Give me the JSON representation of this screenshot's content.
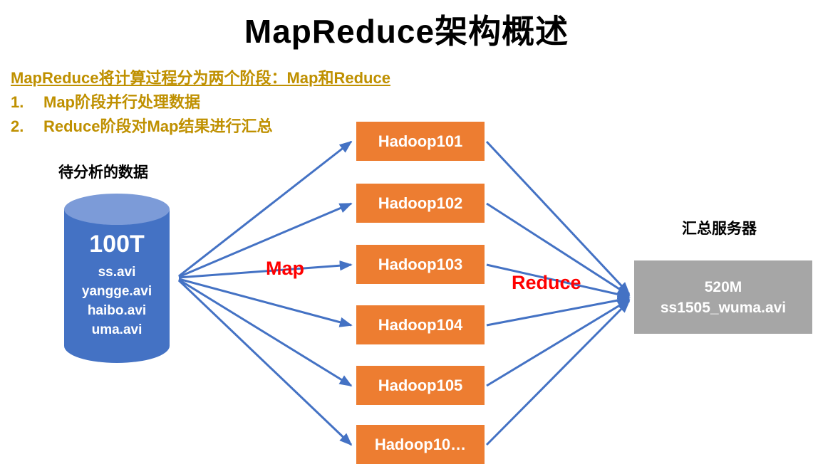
{
  "title": "MapReduce架构概述",
  "intro": {
    "heading": "MapReduce将计算过程分为两个阶段：Map和Reduce",
    "items": [
      {
        "num": "1.",
        "text": "Map阶段并行处理数据"
      },
      {
        "num": "2.",
        "text": "Reduce阶段对Map结果进行汇总"
      }
    ]
  },
  "source": {
    "label": "待分析的数据",
    "size": "100T",
    "files": [
      "ss.avi",
      "yangge.avi",
      "haibo.avi",
      "uma.avi"
    ]
  },
  "stages": {
    "map": "Map",
    "reduce": "Reduce"
  },
  "nodes": [
    {
      "label": "Hadoop101"
    },
    {
      "label": "Hadoop102"
    },
    {
      "label": "Hadoop103"
    },
    {
      "label": "Hadoop104"
    },
    {
      "label": "Hadoop105"
    },
    {
      "label": "Hadoop10…"
    }
  ],
  "sink": {
    "label": "汇总服务器",
    "size": "520M",
    "file": "ss1505_wuma.avi"
  },
  "colors": {
    "node_fill": "#ED7D31",
    "cylinder_body": "#4472C4",
    "cylinder_top": "#7C9BD8",
    "sink_fill": "#A6A6A6",
    "arrow": "#4472C4",
    "heading_text": "#BF9000",
    "stage_text": "#FF0000"
  }
}
